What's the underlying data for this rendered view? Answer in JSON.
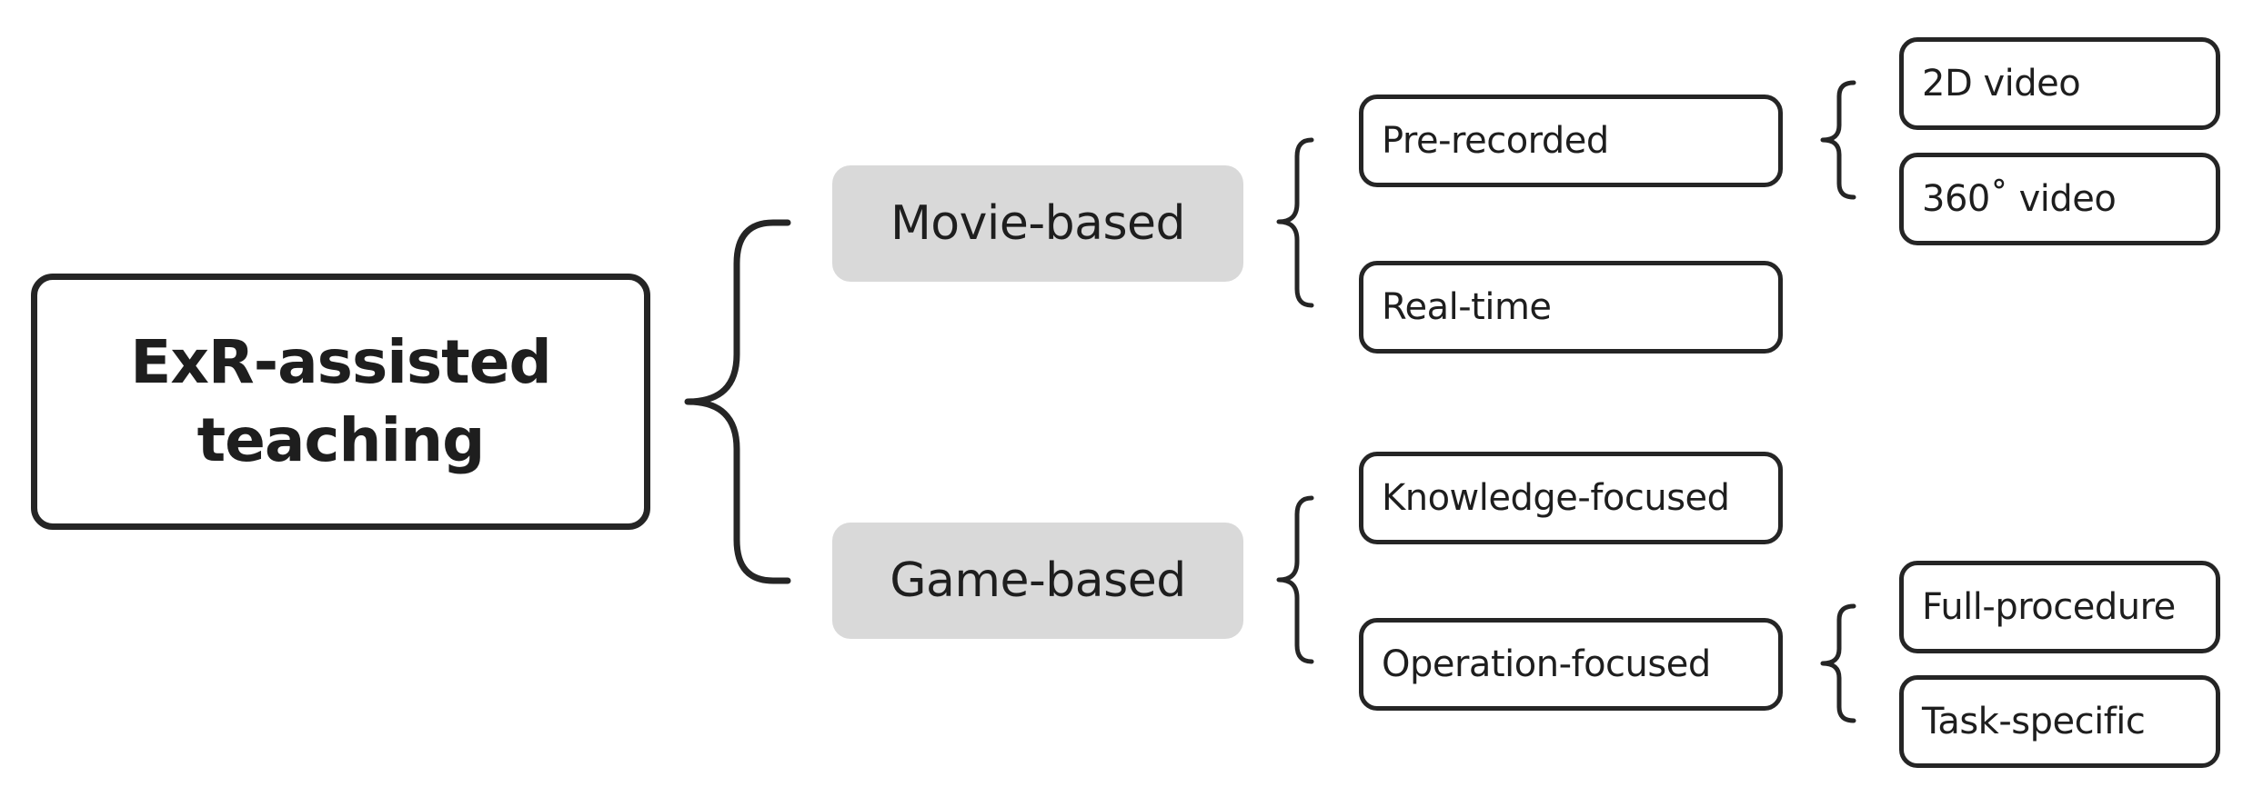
{
  "root": {
    "label": "ExR-assisted\nteaching"
  },
  "categories": [
    {
      "label": "Movie-based"
    },
    {
      "label": "Game-based"
    }
  ],
  "movie_children": [
    {
      "label": "Pre-recorded"
    },
    {
      "label": "Real-time"
    }
  ],
  "game_children": [
    {
      "label": "Knowledge-focused"
    },
    {
      "label": "Operation-focused"
    }
  ],
  "prerecorded_children": [
    {
      "label": "2D video"
    },
    {
      "label": "360˚ video"
    }
  ],
  "operation_children": [
    {
      "label": "Full-procedure"
    },
    {
      "label": "Task-specific"
    }
  ],
  "colors": {
    "stroke": "#252525",
    "category_fill": "#d9d9d9",
    "background": "#ffffff"
  }
}
